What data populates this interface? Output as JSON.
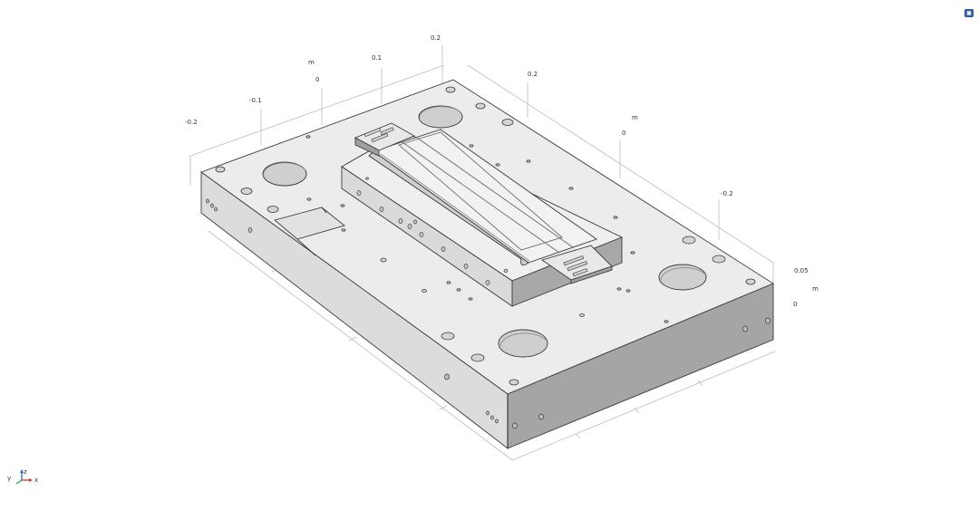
{
  "axis_labels": {
    "x_ticks": [
      "-0.2",
      "-0.1",
      "0",
      "0.1",
      "0.2"
    ],
    "x_unit": "m",
    "y_ticks": [
      "0.2",
      "0",
      "-0.2"
    ],
    "y_unit": "m",
    "z_ticks": [
      "0.05",
      "0"
    ],
    "z_unit": "m"
  },
  "triad": {
    "y": "y",
    "z": "z",
    "x": "x"
  },
  "colors": {
    "top_face": "#ececec",
    "front_face": "#a5a5a5",
    "left_face": "#dcdcdc",
    "edge": "#3a3a3a",
    "grid": "#bdbdbd",
    "triad_x": "#d0312d",
    "triad_y": "#2f9e44",
    "triad_z": "#2f5fd0"
  },
  "icons": {
    "corner": "view-toggle-icon"
  }
}
